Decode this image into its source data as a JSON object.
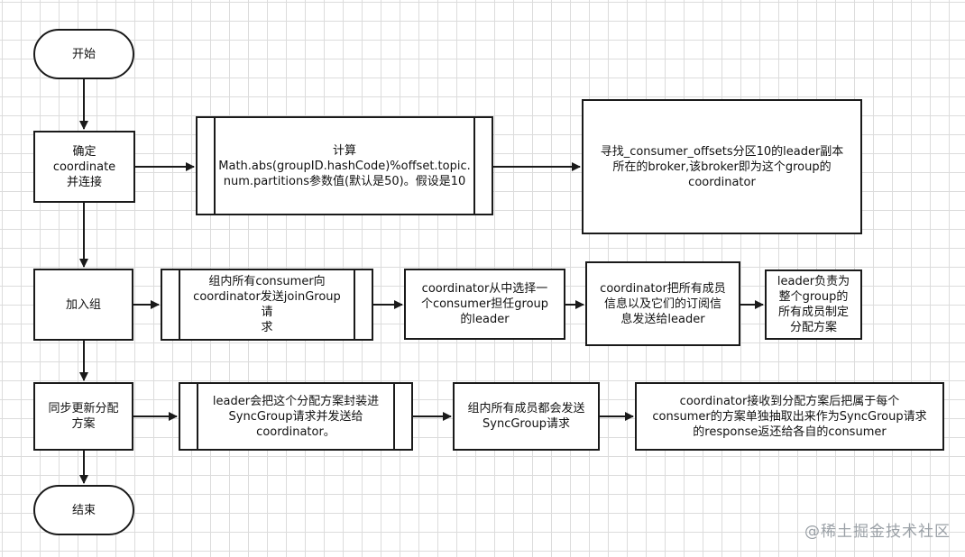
{
  "nodes": {
    "start": "开始",
    "determine": "确定\ncoordinate\n并连接",
    "calc": "计算\nMath.abs(groupID.hashCode)%offset.topic.\nnum.partitions参数值(默认是50)。假设是10",
    "find": "寻找_consumer_offsets分区10的leader副本\n所在的broker,该broker即为这个group的\ncoordinator",
    "join": "加入组",
    "join_send": "组内所有consumer向\ncoordinator发送joinGroup请\n求",
    "select_leader": "coordinator从中选择一\n个consumer担任group\n的leader",
    "send_info": "coordinator把所有成员\n信息以及它们的订阅信\n息发送给leader",
    "leader_plan": "leader负责为\n整个group的\n所有成员制定\n分配方案",
    "sync": "同步更新分配\n方案",
    "sync_send": "leader会把这个分配方案封装进\nSyncGroup请求并发送给\ncoordinator。",
    "members_send": "组内所有成员都会发送\nSyncGroup请求",
    "coord_reply": "coordinator接收到分配方案后把属于每个\nconsumer的方案单独抽取出来作为SyncGroup请求\n的response返还给各自的consumer",
    "end": "结束"
  },
  "watermark": "@稀土掘金技术社区"
}
